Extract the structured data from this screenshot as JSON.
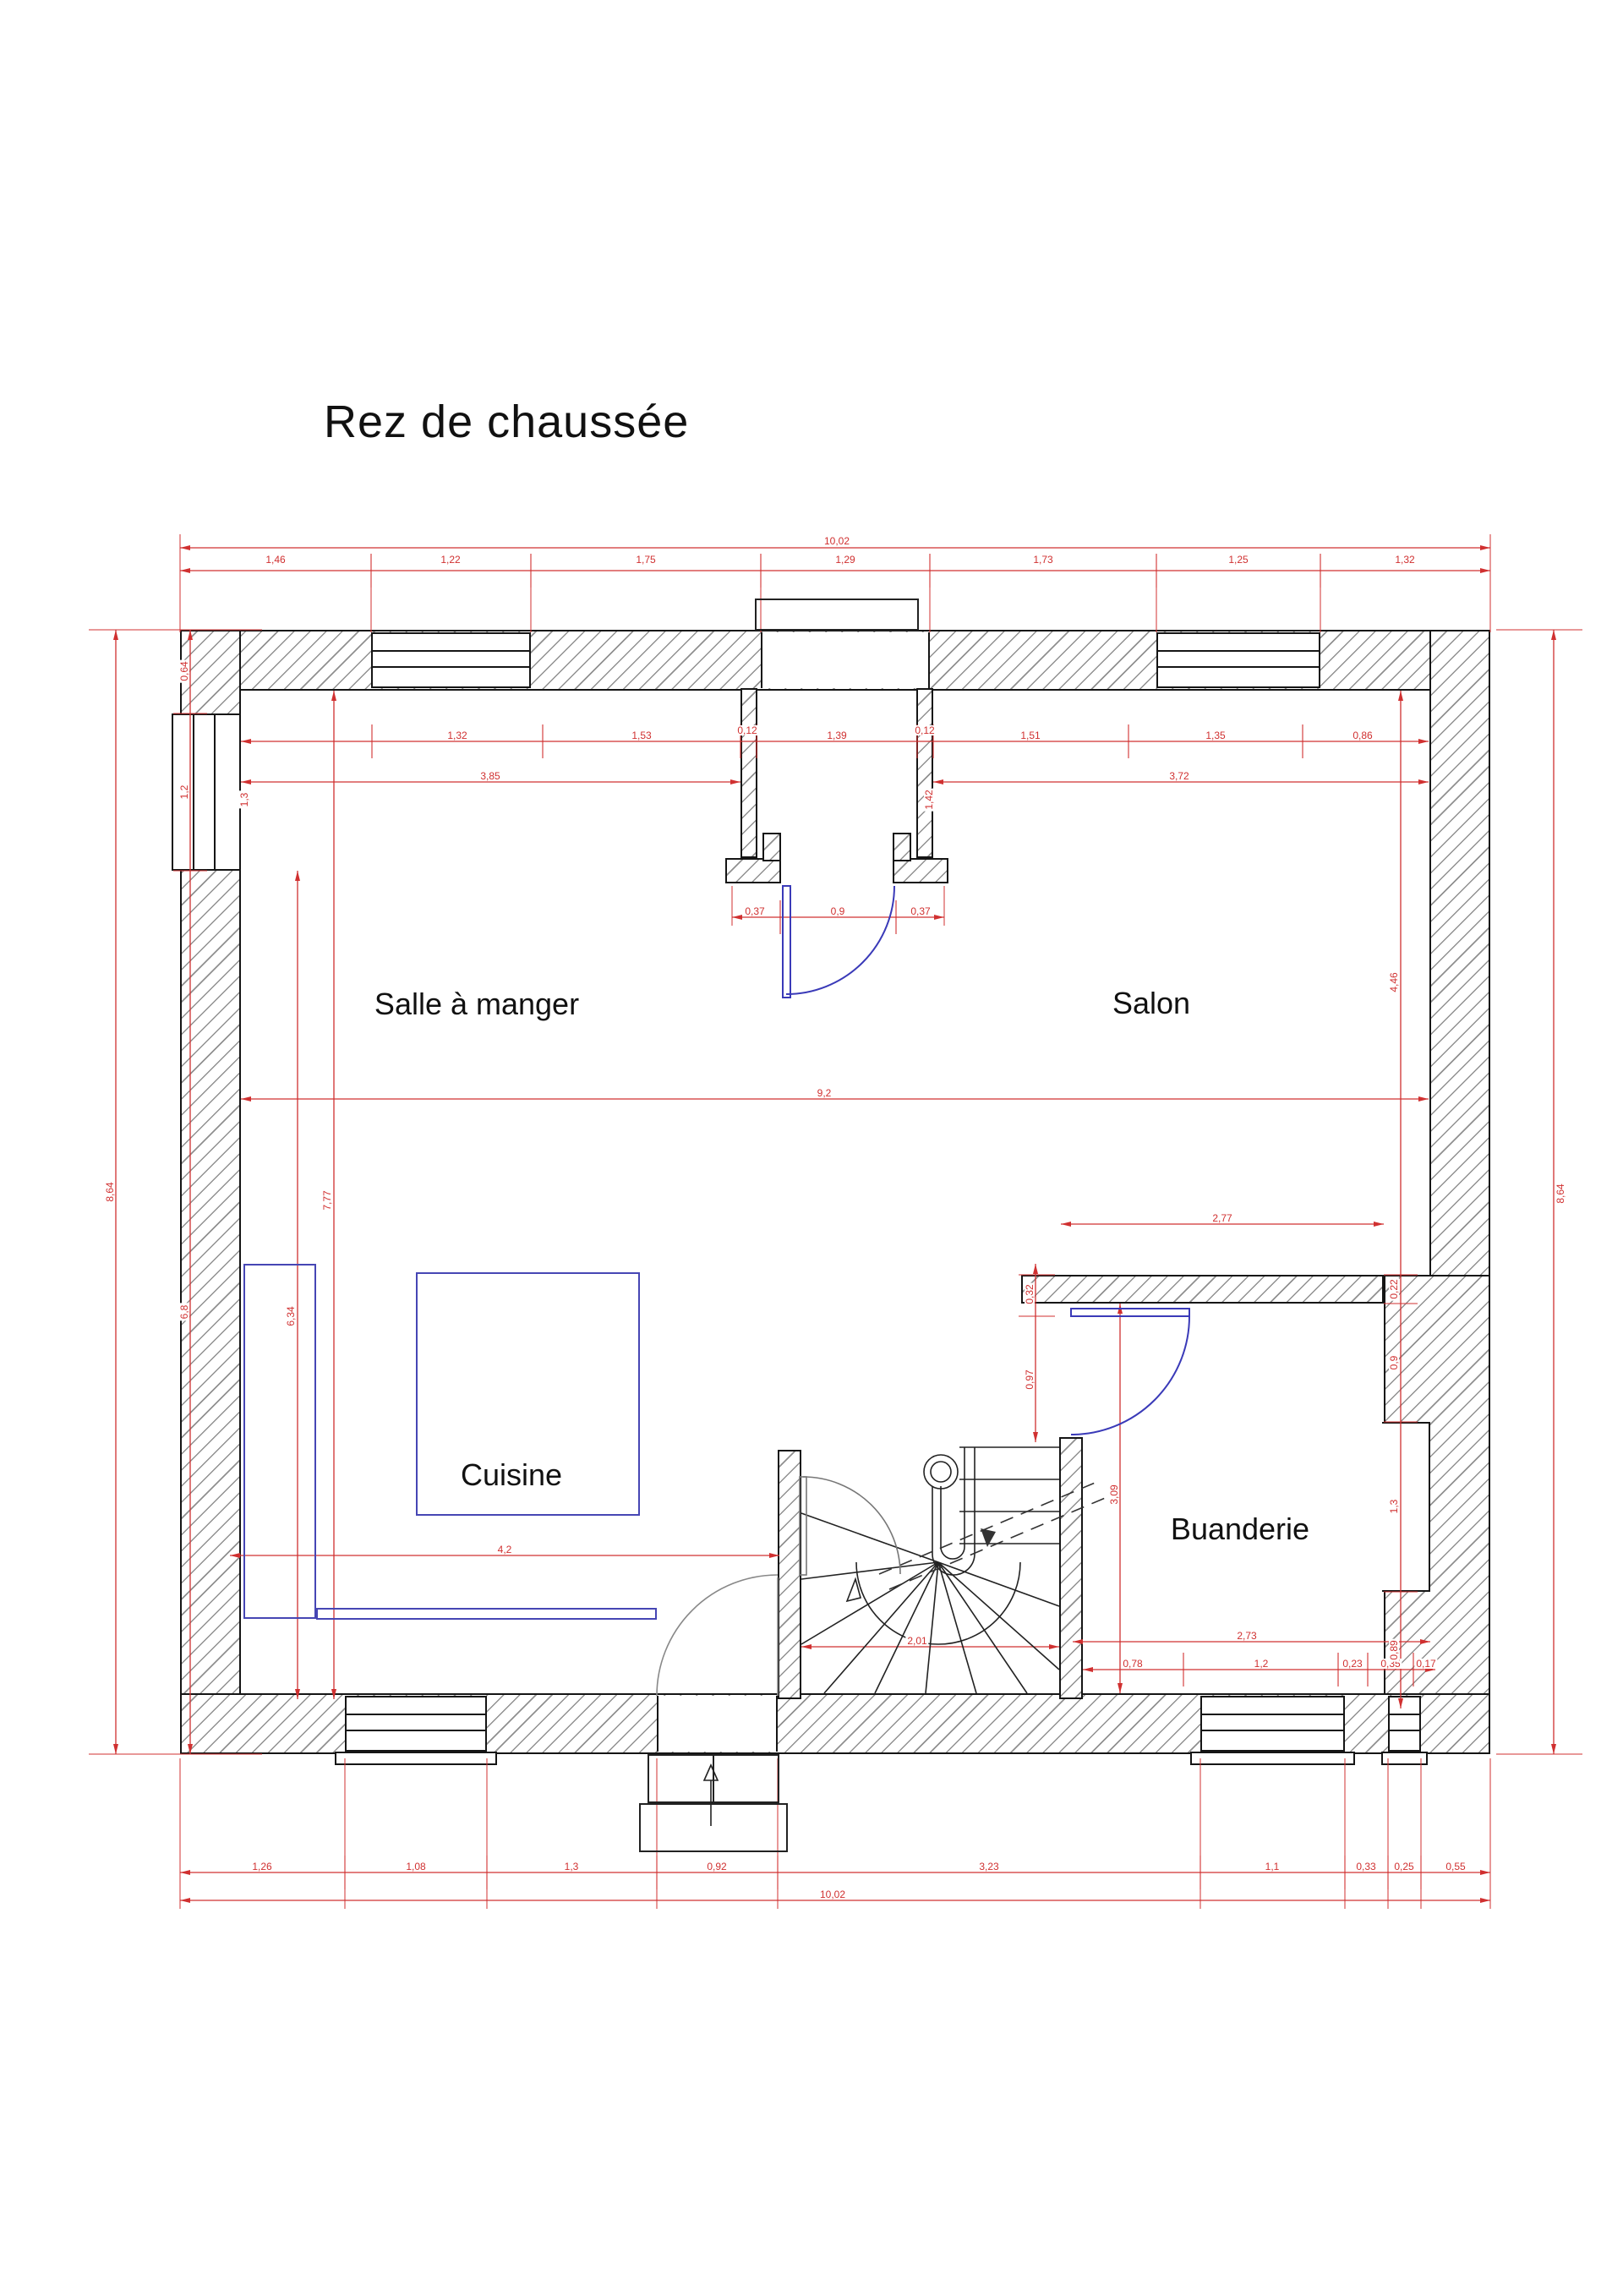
{
  "title": "Rez de chaussée",
  "rooms": [
    {
      "name": "Salle à manger"
    },
    {
      "name": "Salon"
    },
    {
      "name": "Cuisine"
    },
    {
      "name": "Buanderie"
    }
  ],
  "colors": {
    "dimension": "#d03030",
    "furniture": "#4646b4",
    "door": "#3a3ab8",
    "wall_outline": "#151515"
  },
  "dims": {
    "top_total": "10,02",
    "top_row": [
      "1,46",
      "1,22",
      "1,75",
      "1,29",
      "1,73",
      "1,25",
      "1,32"
    ],
    "int_row": [
      "1,32",
      "1,53",
      "0,12",
      "1,39",
      "0,12",
      "1,51",
      "1,35",
      "0,86"
    ],
    "int_left_span": "3,85",
    "int_right_span": "3,72",
    "porch_row": [
      "0,37",
      "0,9",
      "0,37"
    ],
    "left_outer": "8,64",
    "left_inner": [
      "0,64",
      "1,2",
      "6,8"
    ],
    "right_outer": "8,64",
    "right_inner": [
      "4,46",
      "0,22",
      "0,9",
      "1,3",
      "0,89"
    ],
    "mid_width": "9,2",
    "left_mid": [
      "7,77",
      "6,34"
    ],
    "rot_left": "1,3",
    "rot_porch": "1,42",
    "buanderie": {
      "top": "2,77",
      "wall": "0,32",
      "door": "0,97",
      "height": "3,09",
      "inner_width": "2,73",
      "bottom_row": [
        "0,78",
        "1,2",
        "0,23",
        "0,35",
        "0,17"
      ]
    },
    "cuisine_width": "4,2",
    "stairs_width": "2,01",
    "bottom_row": [
      "1,26",
      "1,08",
      "1,3",
      "0,92",
      "3,23",
      "1,1",
      "0,33",
      "0,25",
      "0,55"
    ],
    "bottom_total": "10,02"
  }
}
